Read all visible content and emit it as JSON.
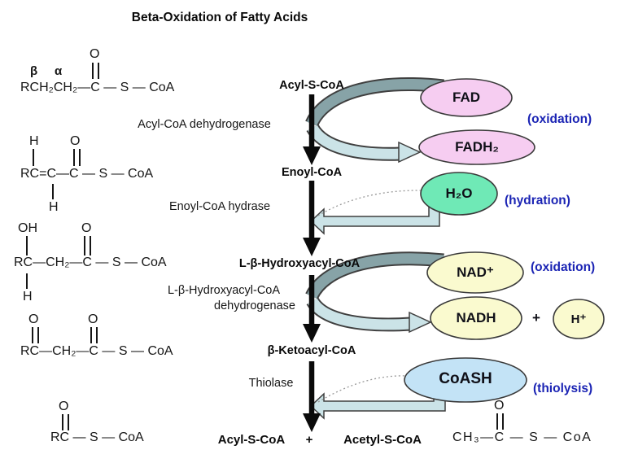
{
  "title": "Beta-Oxidation of Fatty Acids",
  "pathway": {
    "acyl_s_coa": "Acyl-S-CoA",
    "enoyl_coa": "Enoyl-CoA",
    "hydroxyacyl_coa": "L-β-Hydroxyacyl-CoA",
    "ketoacyl_coa": "β-Ketoacyl-CoA",
    "product_acyl": "Acyl-S-CoA",
    "product_plus": "+",
    "product_acetyl": "Acetyl-S-CoA"
  },
  "enzymes": {
    "step1": "Acyl-CoA dehydrogenase",
    "step2": "Enoyl-CoA hydrase",
    "step3_line1": "L-β-Hydroxyacyl-CoA",
    "step3_line2": "dehydrogenase",
    "step4": "Thiolase"
  },
  "reaction_types": {
    "step1": "(oxidation)",
    "step2": "(hydration)",
    "step3": "(oxidation)",
    "step4": "(thiolysis)"
  },
  "cofactors": {
    "fad": "FAD",
    "fadh2": "FADH₂",
    "h2o": "H₂O",
    "nad_plus": "NAD⁺",
    "nadh": "NADH",
    "plus": "+",
    "h_plus": "H⁺",
    "coash": "CoASH"
  },
  "structures": {
    "acyl": {
      "beta": "β",
      "alpha": "α",
      "oxygen": "O",
      "chain": "RCH₂CH₂—C — S — CoA"
    },
    "enoyl": {
      "h_top": "H",
      "oxygen": "O",
      "chain": "RC=C—C — S — CoA",
      "h_bottom": "H"
    },
    "hydroxyacyl": {
      "oh": "OH",
      "oxygen": "O",
      "chain": "RC—CH₂—C — S — CoA",
      "h_bottom": "H"
    },
    "ketoacyl": {
      "oxygen1": "O",
      "oxygen2": "O",
      "chain": "RC—CH₂—C — S — CoA"
    },
    "acyl_product": {
      "oxygen": "O",
      "chain": "RC — S — CoA"
    },
    "acetyl_product": {
      "oxygen": "O",
      "chain": "CH₃—C — S — CoA"
    }
  },
  "colors": {
    "fad_fadh2_oval": "#f6cdf1",
    "h2o_oval": "#6fe9b6",
    "nad_nadh_h_oval": "#fafacf",
    "coash_oval": "#c3e3f6",
    "reaction_type_text": "#1b24b4",
    "inflow_band": "#87a3a7",
    "outflow_band": "#cbe3e7"
  }
}
